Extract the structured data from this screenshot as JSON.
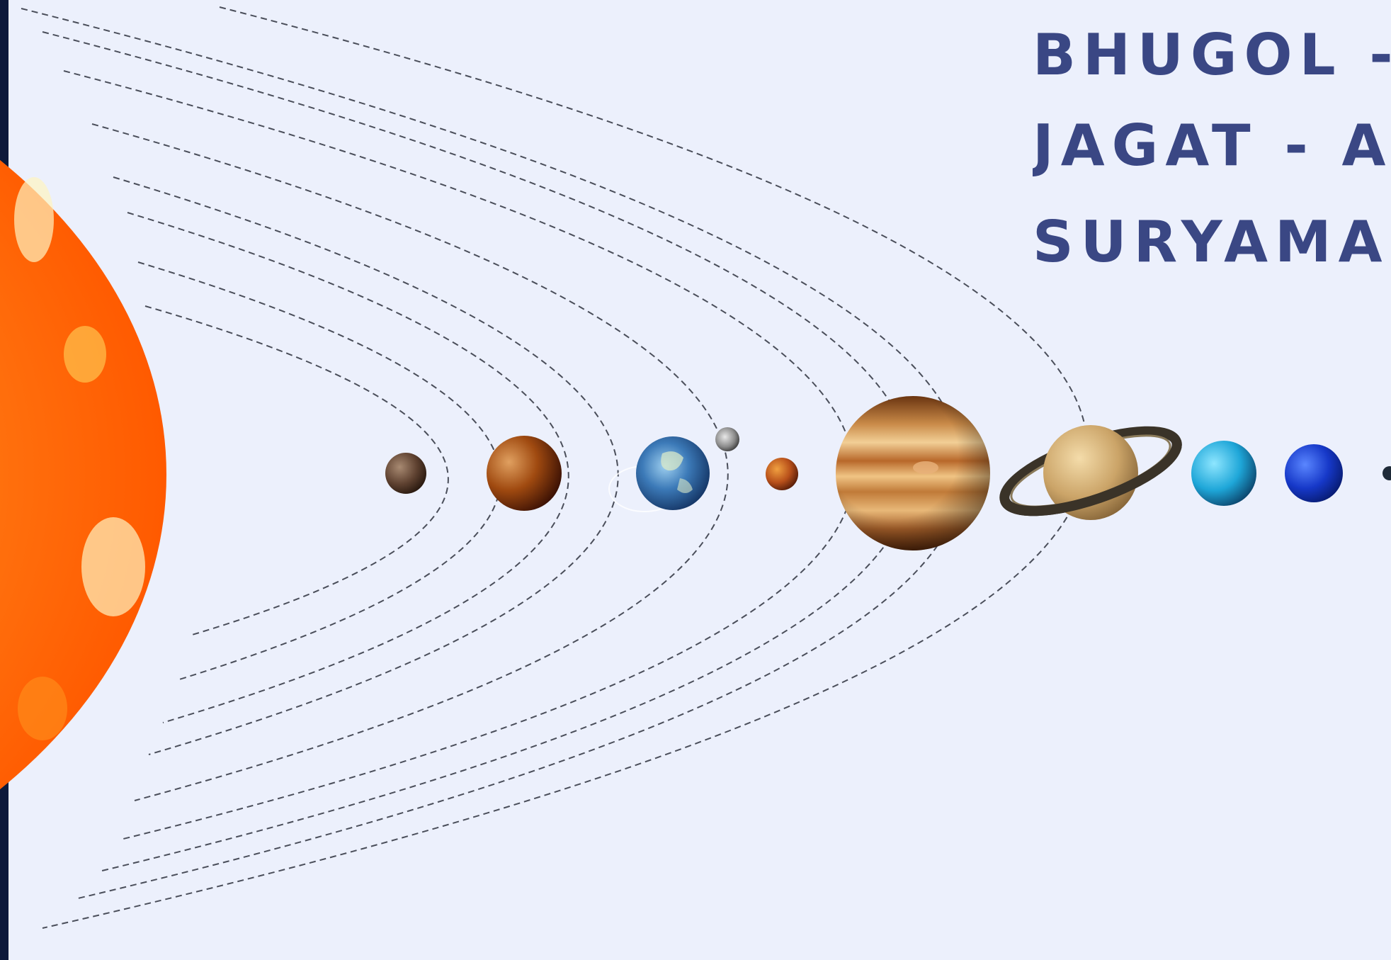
{
  "title_lines": [
    "BHUGOL - ",
    "JAGAT  -  A",
    "SURYAMAL"
  ],
  "colors": {
    "background": "#ecf0fc",
    "title": "#3a4784",
    "orbit": "#4a4e5a",
    "left_edge": "#0e1a3a"
  },
  "bodies": [
    {
      "name": "sun"
    },
    {
      "name": "mercury"
    },
    {
      "name": "venus"
    },
    {
      "name": "earth"
    },
    {
      "name": "moon"
    },
    {
      "name": "mars"
    },
    {
      "name": "jupiter"
    },
    {
      "name": "saturn"
    },
    {
      "name": "uranus"
    },
    {
      "name": "neptune"
    },
    {
      "name": "pluto"
    }
  ]
}
